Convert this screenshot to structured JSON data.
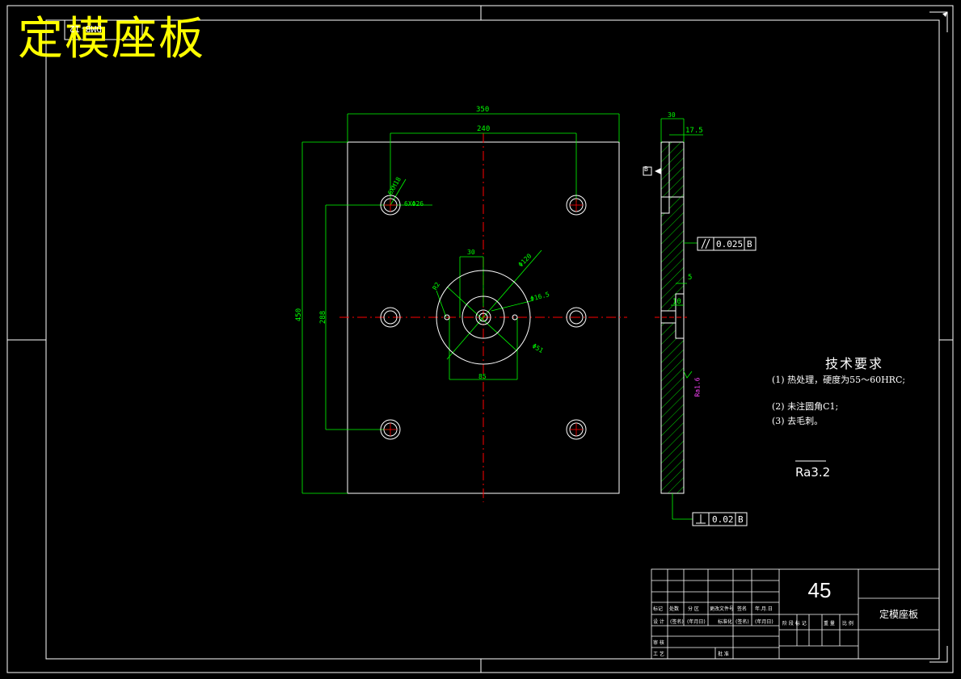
{
  "header": {
    "title": "定模座板",
    "drawing_code": "DMB-12"
  },
  "dimensions": {
    "width_350": "350",
    "width_240": "240",
    "height_450": "450",
    "height_288": "288",
    "thickness_30": "30",
    "step_17_5": "17.5",
    "hole_callout": "6XΦ26",
    "hole_callout_2": "6XM18",
    "center_30": "30",
    "center_85": "85",
    "dia_120": "Φ120",
    "dia_16_5": "Φ16.5",
    "dia_51": "Φ51",
    "radius": "R2",
    "depth_5": "5",
    "depth_10": "10",
    "roughness_side": "Ra1.6"
  },
  "tolerances": {
    "parallel_value": "0.025",
    "parallel_datum": "B",
    "perp_value": "0.02",
    "perp_datum": "B",
    "datum_label": "B"
  },
  "tech_requirements": {
    "title": "技术要求",
    "items": [
      "(1) 热处理，硬度为55～60HRC;",
      "(2) 未注圆角C1;",
      "(3) 去毛刺。"
    ]
  },
  "surface_roughness": "Ra3.2",
  "title_block": {
    "material": "45",
    "part_name": "定模座板",
    "headers": [
      "标记",
      "处数",
      "分 区",
      "更改文件号",
      "签名",
      "年.月.日"
    ],
    "design_row": [
      "设 计",
      "(签名)",
      "(年月日)",
      "标准化",
      "(签名)",
      "(年月日)"
    ],
    "stage_headers": [
      "阶 段 标 记",
      "重 量",
      "比 例"
    ],
    "review": "审 核",
    "process": "工 艺",
    "approve": "批 准"
  },
  "colors": {
    "outline": "#ffffff",
    "dimension": "#00ff00",
    "centerline": "#ff0000",
    "title": "#ffff00",
    "hatch": "#00ff00"
  }
}
